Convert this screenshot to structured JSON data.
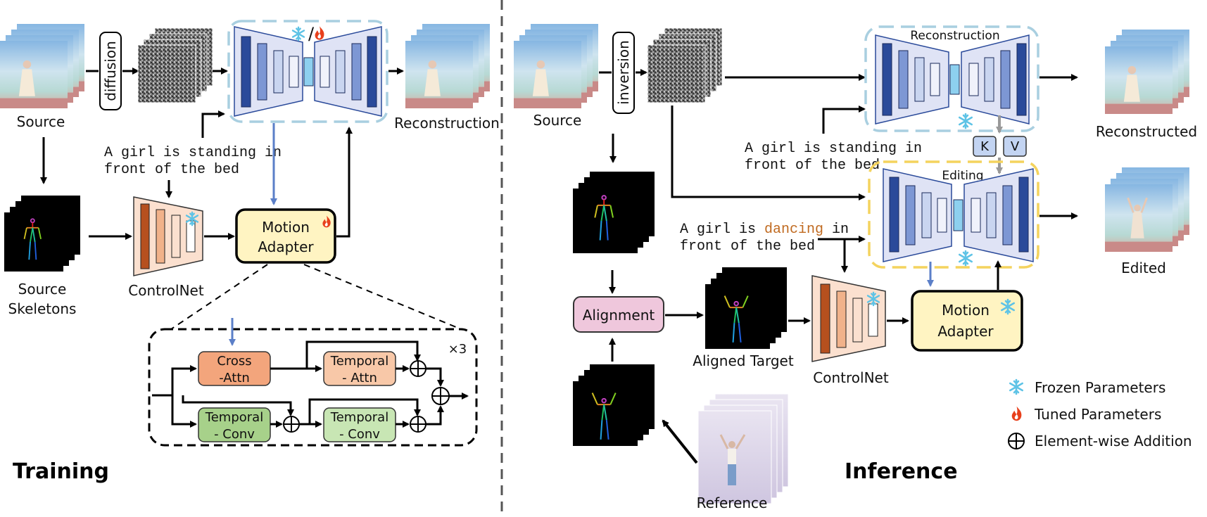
{
  "training": {
    "title": "Training",
    "source_label": "Source",
    "diffusion_label": "diffusion",
    "reconstruction_label": "Reconstruction",
    "frozen_tuned_separator": "/",
    "prompt_line1": "A girl is standing in",
    "prompt_line2": "front of the bed",
    "skeletons_line1": "Source",
    "skeletons_line2": "Skeletons",
    "controlnet_label": "ControlNet",
    "motion_adapter_line1": "Motion",
    "motion_adapter_line2": "Adapter",
    "detail": {
      "repeat_label": "×3",
      "cross_attn_line1": "Cross",
      "cross_attn_line2": "-Attn",
      "temporal_attn_line1": "Temporal",
      "temporal_attn_line2": "- Attn",
      "temporal_conv1_line1": "Temporal",
      "temporal_conv1_line2": "- Conv",
      "temporal_conv2_line1": "Temporal",
      "temporal_conv2_line2": "- Conv"
    }
  },
  "inference": {
    "title": "Inference",
    "source_label": "Source",
    "inversion_label": "inversion",
    "reconstruction_box_label": "Reconstruction",
    "editing_box_label": "Editing",
    "reconstructed_label": "Reconstructed",
    "edited_label": "Edited",
    "k_label": "K",
    "v_label": "V",
    "prompt1_line1": "A girl is standing in",
    "prompt1_line2": "front of the bed",
    "prompt2_prefix": "A girl is ",
    "prompt2_highlight": "dancing",
    "prompt2_suffix": " in",
    "prompt2_line2": "front of the bed",
    "alignment_label": "Alignment",
    "aligned_target_label": "Aligned Target",
    "controlnet_label": "ControlNet",
    "motion_adapter_line1": "Motion",
    "motion_adapter_line2": "Adapter",
    "reference_label": "Reference"
  },
  "legend": {
    "frozen": "Frozen Parameters",
    "tuned": "Tuned Parameters",
    "addition": "Element-wise Addition"
  },
  "colors": {
    "unet_bg": "#dfe3f5",
    "unet_dark": "#2a4a9a",
    "unet_mid": "#7d97d4",
    "unet_light": "#c9d5f0",
    "unet_center": "#8dd0ef",
    "frozen_dash": "#a9cfe0",
    "editing_dash": "#f4d35e",
    "motion_adapter_fill": "#fff4c2",
    "controlnet_fill": "#fbe0cf",
    "controlnet_dark": "#b6501e",
    "cross_attn": "#f3a57c",
    "temporal_attn": "#f8c8a8",
    "temporal_conv": "#a7d18a",
    "alignment_fill": "#efc7dc",
    "kv_fill": "#c3d4f2",
    "arrow_blue": "#5b7fc8",
    "arrow_gray": "#999999",
    "snowflake": "#5ec3e6",
    "flame": "#e8401c",
    "dancing_text": "#c06a20"
  }
}
